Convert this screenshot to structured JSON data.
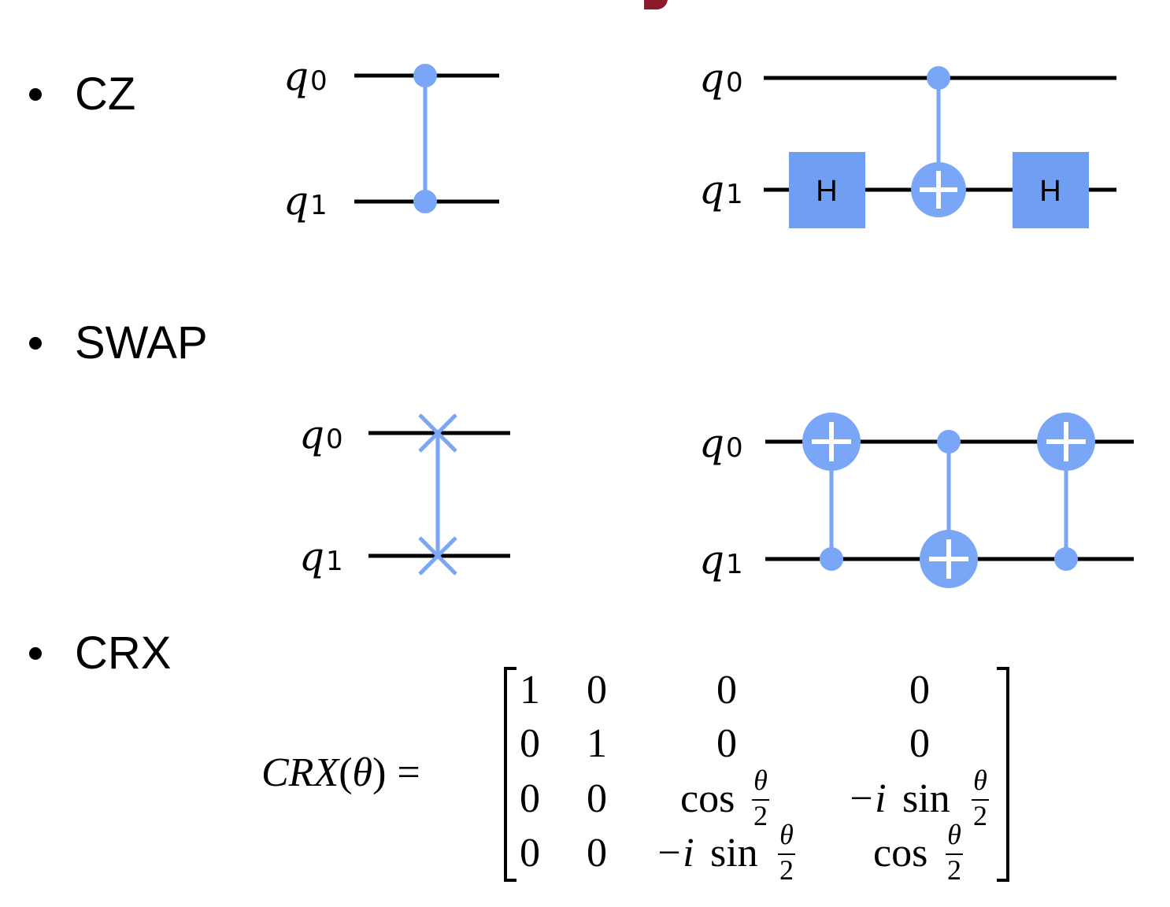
{
  "colors": {
    "gate": "#6f9ef2",
    "link": "#7aa6f7",
    "wire": "#000000",
    "partial_top_glyph": "#8b1a2b"
  },
  "bullets": [
    {
      "label": "CZ"
    },
    {
      "label": "SWAP"
    },
    {
      "label": "CRX"
    }
  ],
  "qubits": {
    "q0": "q",
    "q0_sub": "0",
    "q1": "q",
    "q1_sub": "1"
  },
  "gates": {
    "hadamard_label": "H"
  },
  "crx": {
    "lhs": "CRX",
    "param": "θ",
    "equals": "=",
    "matrix": [
      [
        "1",
        "0",
        "0",
        "0"
      ],
      [
        "0",
        "1",
        "0",
        "0"
      ],
      [
        "0",
        "0",
        "cos θ/2",
        "−i sin θ/2"
      ],
      [
        "0",
        "0",
        "−i sin θ/2",
        "cos θ/2"
      ]
    ],
    "cos": "cos",
    "sin": "sin",
    "minus_i": "−i",
    "half_num": "θ",
    "half_den": "2"
  }
}
